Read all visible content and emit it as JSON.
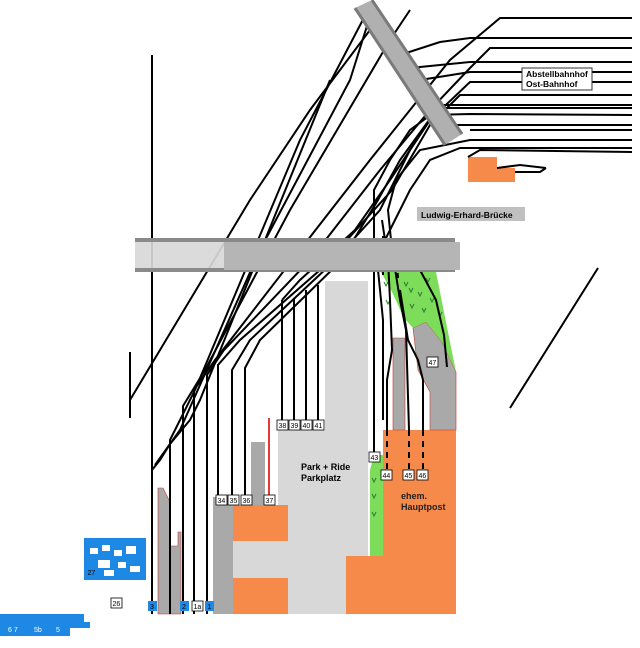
{
  "labels": {
    "station_line1": "Abstellbahnhof",
    "station_line2": "Ost-Bahnhof",
    "bridge": "Ludwig-Erhard-Brücke",
    "parking_line1": "Park + Ride",
    "parking_line2": "Parkplatz",
    "post_line1": "ehem.",
    "post_line2": "Hauptpost"
  },
  "platform_numbers": {
    "p38": "38",
    "p39": "39",
    "p40": "40",
    "p41": "41",
    "p34": "34",
    "p35": "35",
    "p36": "36",
    "p37": "37",
    "p43": "43",
    "p44": "44",
    "p45": "45",
    "p46": "46",
    "p47": "47",
    "p26": "26",
    "p27": "27",
    "p3": "3",
    "p2": "2",
    "p1a": "1a",
    "p1": "1"
  },
  "bottom_left_tags": [
    "6 7",
    "5b",
    "5"
  ],
  "colors": {
    "building": "#f58a4b",
    "concrete": "#d8d8d8",
    "grey": "#a9a9a9",
    "vegetation": "#7ddc5a",
    "blue_block": "#1e88e5",
    "track": "#000000",
    "red_track": "#e53935"
  }
}
